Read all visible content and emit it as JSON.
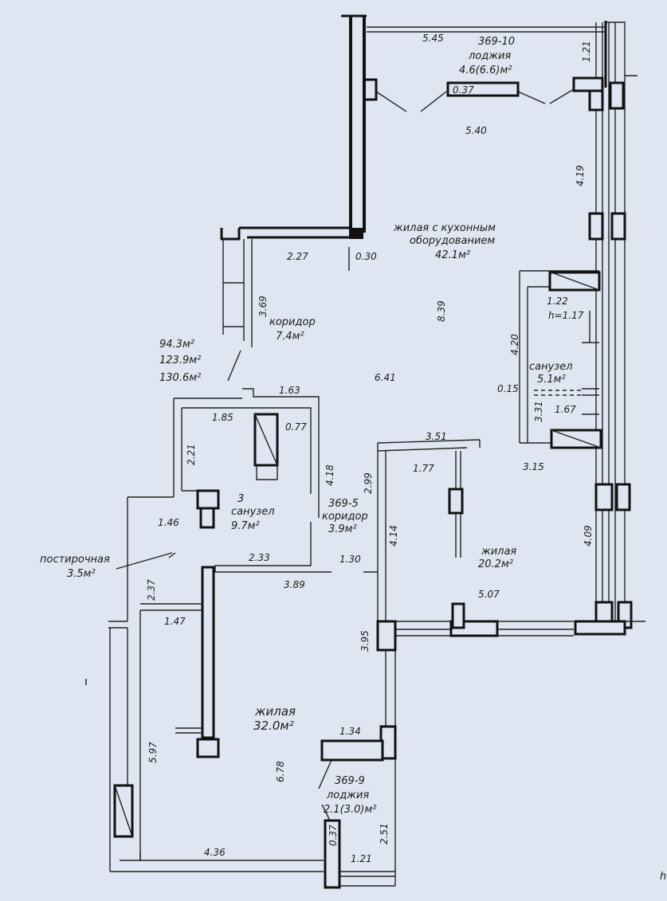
{
  "labels": {
    "loggia_top_id": "369-10",
    "loggia_top_name": "лоджия",
    "loggia_top_area": "4.6(6.6)м²",
    "living_kitchen_1": "жилая с кухонным",
    "living_kitchen_2": "оборудованием",
    "living_kitchen_area": "42.1м²",
    "corridor1_name": "коридор",
    "corridor1_area": "7.4м²",
    "total_1": "94.3м²",
    "total_2": "123.9м²",
    "total_3": "130.6м²",
    "bath1_name": "санузел",
    "bath1_area": "5.1м²",
    "bath1_h": "h=1.17",
    "bath2_num": "3",
    "bath2_name": "санузел",
    "bath2_area": "9.7м²",
    "corridor2_id": "369-5",
    "corridor2_name": "коридор",
    "corridor2_area": "3.9м²",
    "laundry_name": "постирочная",
    "laundry_area": "3.5м²",
    "living2_name": "жилая",
    "living2_area": "20.2м²",
    "living3_name": "жилая",
    "living3_area": "32.0м²",
    "loggia_bot_id": "369-9",
    "loggia_bot_name": "лоджия",
    "loggia_bot_area": "2.1(3.0)м²",
    "edge_char": "h"
  },
  "dimensions": {
    "d545": "5.45",
    "d121a": "1.21",
    "d037a": "0.37",
    "d540": "5.40",
    "d419": "4.19",
    "d227": "2.27",
    "d030": "0.30",
    "d839": "8.39",
    "d369": "3.69",
    "d122": "1.22",
    "d420": "4.20",
    "d015": "0.15",
    "d641": "6.41",
    "d163": "1.63",
    "d185": "1.85",
    "d077": "0.77",
    "d221": "2.21",
    "d418": "4.18",
    "d331": "3.31",
    "d167": "1.67",
    "d351": "3.51",
    "d177": "1.77",
    "d299": "2.99",
    "d315": "3.15",
    "d146": "1.46",
    "d414": "4.14",
    "d409": "4.09",
    "d233": "2.33",
    "d130": "1.30",
    "d389": "3.89",
    "d237": "2.37",
    "d507": "5.07",
    "d147": "1.47",
    "d395": "3.95",
    "d134": "1.34",
    "d597": "5.97",
    "d678": "6.78",
    "d037b": "0.37",
    "d251": "2.51",
    "d436": "4.36",
    "d121b": "1.21"
  }
}
